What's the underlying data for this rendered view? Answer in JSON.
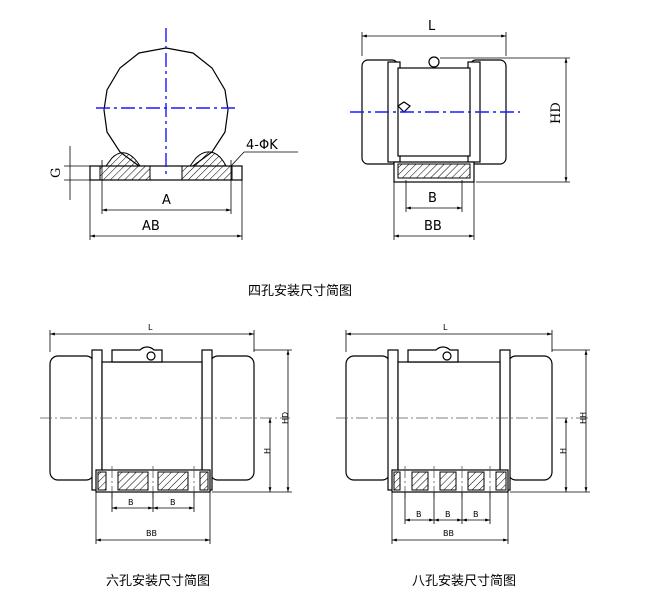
{
  "captions": {
    "four_hole": "四孔安装尺寸简图",
    "six_hole": "六孔安装尺寸简图",
    "eight_hole": "八孔安装尺寸简图"
  },
  "four_hole_front": {
    "label_A": "A",
    "label_AB": "AB",
    "label_G": "G",
    "label_hole": "4-ΦK"
  },
  "four_hole_side": {
    "label_L": "L",
    "label_HD": "HD",
    "label_B": "B",
    "label_BB": "BB"
  },
  "six_hole_side": {
    "label_L": "L",
    "label_HD": "HD",
    "label_H": "H",
    "label_B1": "B",
    "label_B2": "B",
    "label_BB": "BB"
  },
  "eight_hole_side": {
    "label_L": "L",
    "label_HH": "HH",
    "label_H": "H",
    "label_B1": "B",
    "label_B2": "B",
    "label_B3": "B",
    "label_BB": "BB"
  }
}
